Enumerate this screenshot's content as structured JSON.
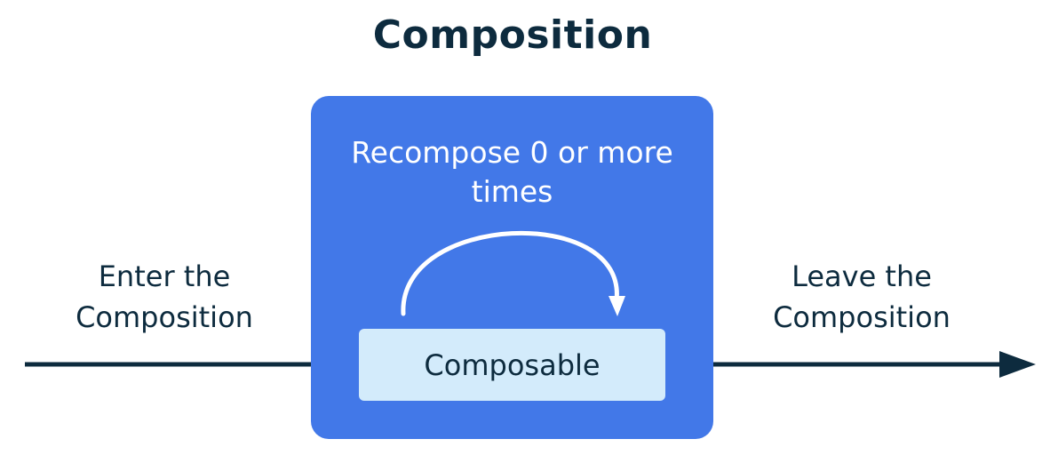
{
  "title": "Composition",
  "enter_label": "Enter the Composition",
  "leave_label": "Leave the Composition",
  "recompose_label": "Recompose 0 or more times",
  "composable_label": "Composable",
  "colors": {
    "composition_box": "#4278e8",
    "composable_box": "#d3ebfb",
    "text_dark": "#0d2b3e",
    "arrow": "#0d2b3e",
    "loop_arrow": "#ffffff"
  }
}
